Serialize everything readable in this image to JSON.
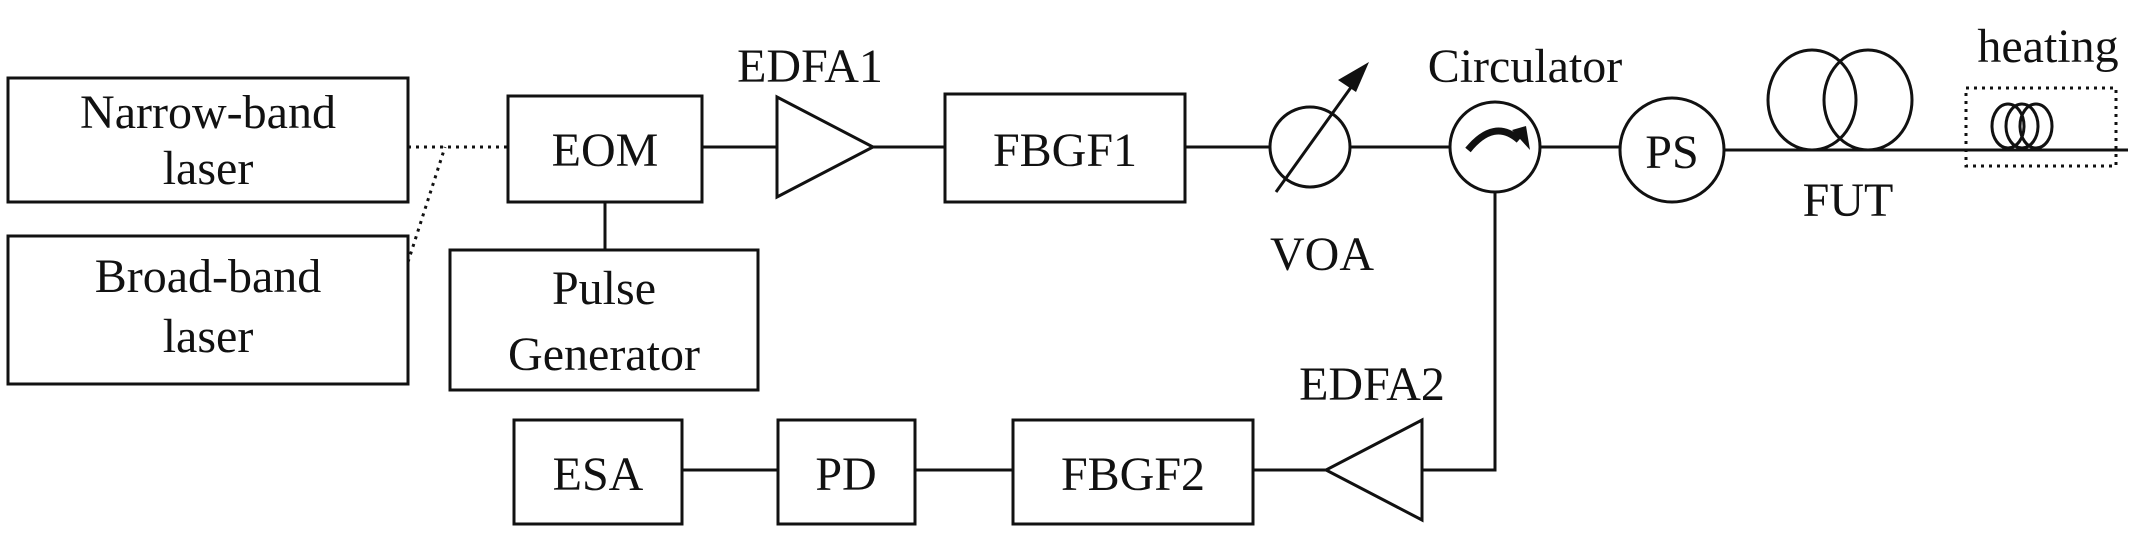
{
  "diagram": {
    "lasers": {
      "narrow_line1": "Narrow-band",
      "narrow_line2": "laser",
      "broad_line1": "Broad-band",
      "broad_line2": "laser"
    },
    "eom": "EOM",
    "pulse_generator": {
      "line1": "Pulse",
      "line2": "Generator"
    },
    "edfa1": "EDFA1",
    "fbgf1": "FBGF1",
    "voa": "VOA",
    "circulator": "Circulator",
    "ps": "PS",
    "fut": "FUT",
    "heating": "heating",
    "edfa2": "EDFA2",
    "fbgf2": "FBGF2",
    "pd": "PD",
    "esa": "ESA"
  }
}
